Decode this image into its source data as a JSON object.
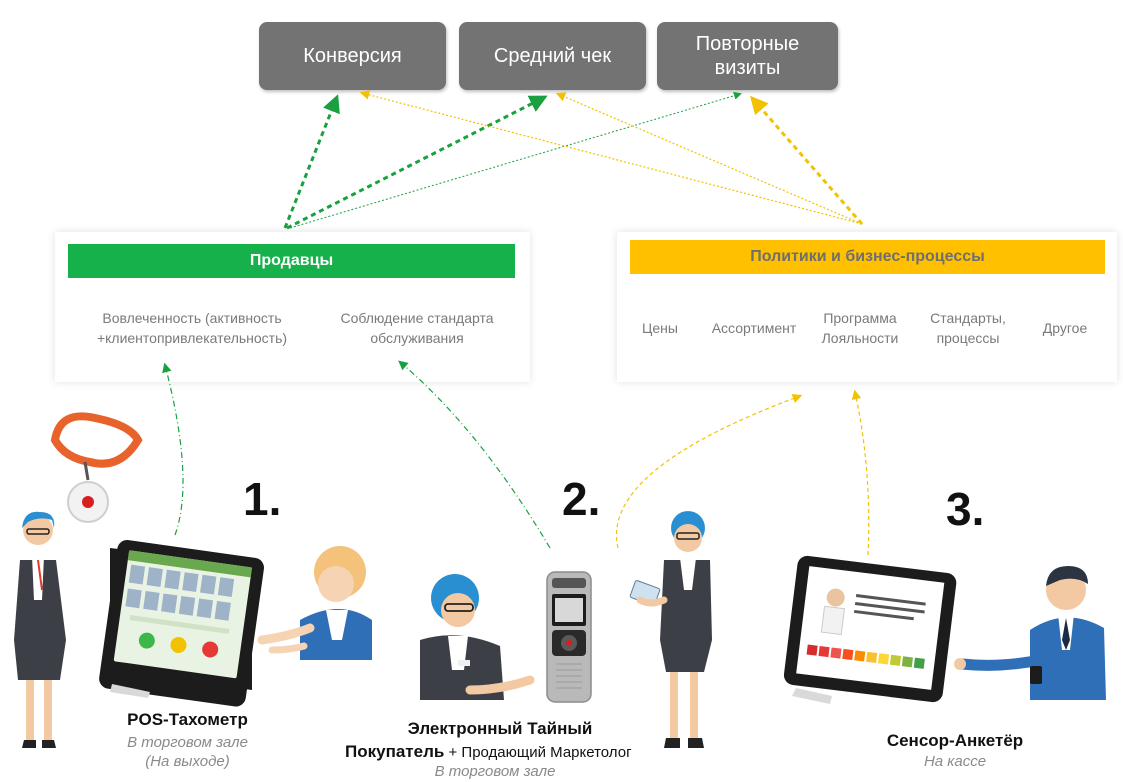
{
  "kpis": [
    {
      "lines": [
        "Конверсия"
      ]
    },
    {
      "lines": [
        "Средний чек"
      ]
    },
    {
      "lines": [
        "Повторные",
        "визиты"
      ]
    }
  ],
  "sellers": {
    "title": "Продавцы",
    "item1": "Вовлеченность  (активность\n+клиентопривлекательность)",
    "item2": "Соблюдение стандарта\nобслуживания"
  },
  "policies": {
    "title": "Политики и бизнес-процессы",
    "items": [
      "Цены",
      "Ассортимент",
      "Программа\nЛояльности",
      "Стандарты,\nпроцессы",
      "Другое"
    ]
  },
  "steps": [
    "1.",
    "2.",
    "3."
  ],
  "devices": {
    "pos": {
      "title": "POS-Тахометр",
      "sub": "В торговом зале\n(На выходе)"
    },
    "shopper": {
      "title_line1": "Электронный Тайный",
      "title_line2_bold": "Покупатель",
      "title_line2_rest": " + Продающий Маркетолог",
      "sub": "В торговом зале"
    },
    "sensor": {
      "title": "Сенсор-Анкетёр",
      "sub": "На кассе"
    }
  },
  "colors": {
    "kpi": "#737373",
    "sellers": "#16b14a",
    "policies": "#ffc000",
    "green_arrow": "#1aa040",
    "yellow_arrow": "#f2c200"
  }
}
